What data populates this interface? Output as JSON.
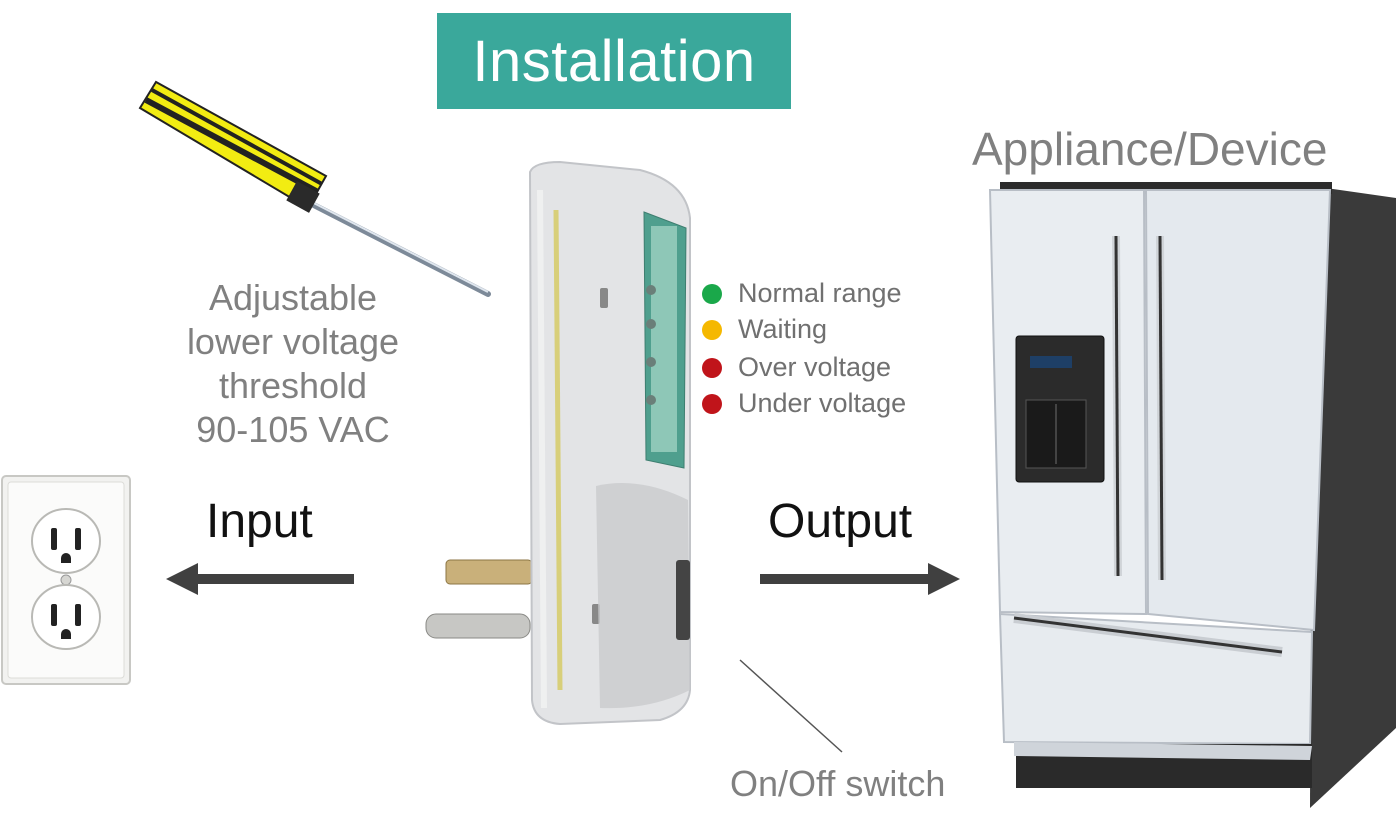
{
  "title": "Installation",
  "threshold_label": [
    "Adjustable",
    "lower voltage",
    "threshold",
    "90-105 VAC"
  ],
  "input_label": "Input",
  "output_label": "Output",
  "appliance_label": "Appliance/Device",
  "switch_label": "On/Off switch",
  "legend": [
    {
      "label": "Normal range",
      "color": "#1aa84a"
    },
    {
      "label": "Waiting",
      "color": "#f5b800"
    },
    {
      "label": "Over voltage",
      "color": "#c0141a"
    },
    {
      "label": "Under voltage",
      "color": "#c0141a"
    }
  ],
  "colors": {
    "banner": "#3aa89b",
    "arrow": "#404040",
    "caption": "#808080"
  }
}
